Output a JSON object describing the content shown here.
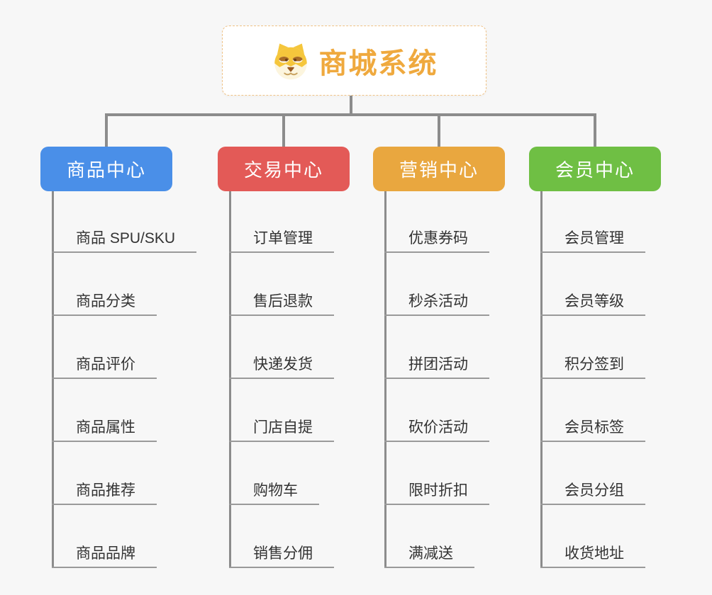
{
  "root": {
    "title": "商城系统",
    "icon": "doge-icon",
    "text_color": "#EFA93E",
    "border_color": "#F0C285"
  },
  "branches": [
    {
      "label": "商品中心",
      "color": "#4A8FE8",
      "children": [
        "商品 SPU/SKU",
        "商品分类",
        "商品评价",
        "商品属性",
        "商品推荐",
        "商品品牌"
      ]
    },
    {
      "label": "交易中心",
      "color": "#E35A57",
      "children": [
        "订单管理",
        "售后退款",
        "快递发货",
        "门店自提",
        "购物车",
        "销售分佣"
      ]
    },
    {
      "label": "营销中心",
      "color": "#E9A73F",
      "children": [
        "优惠券码",
        "秒杀活动",
        "拼团活动",
        "砍价活动",
        "限时折扣",
        "满减送"
      ]
    },
    {
      "label": "会员中心",
      "color": "#6FBF44",
      "children": [
        "会员管理",
        "会员等级",
        "积分签到",
        "会员标签",
        "会员分组",
        "收货地址"
      ]
    }
  ],
  "colors": {
    "background": "#F7F7F7",
    "connector": "#8C8C8C",
    "underline": "#9A9A9A",
    "child_text": "#333333"
  }
}
